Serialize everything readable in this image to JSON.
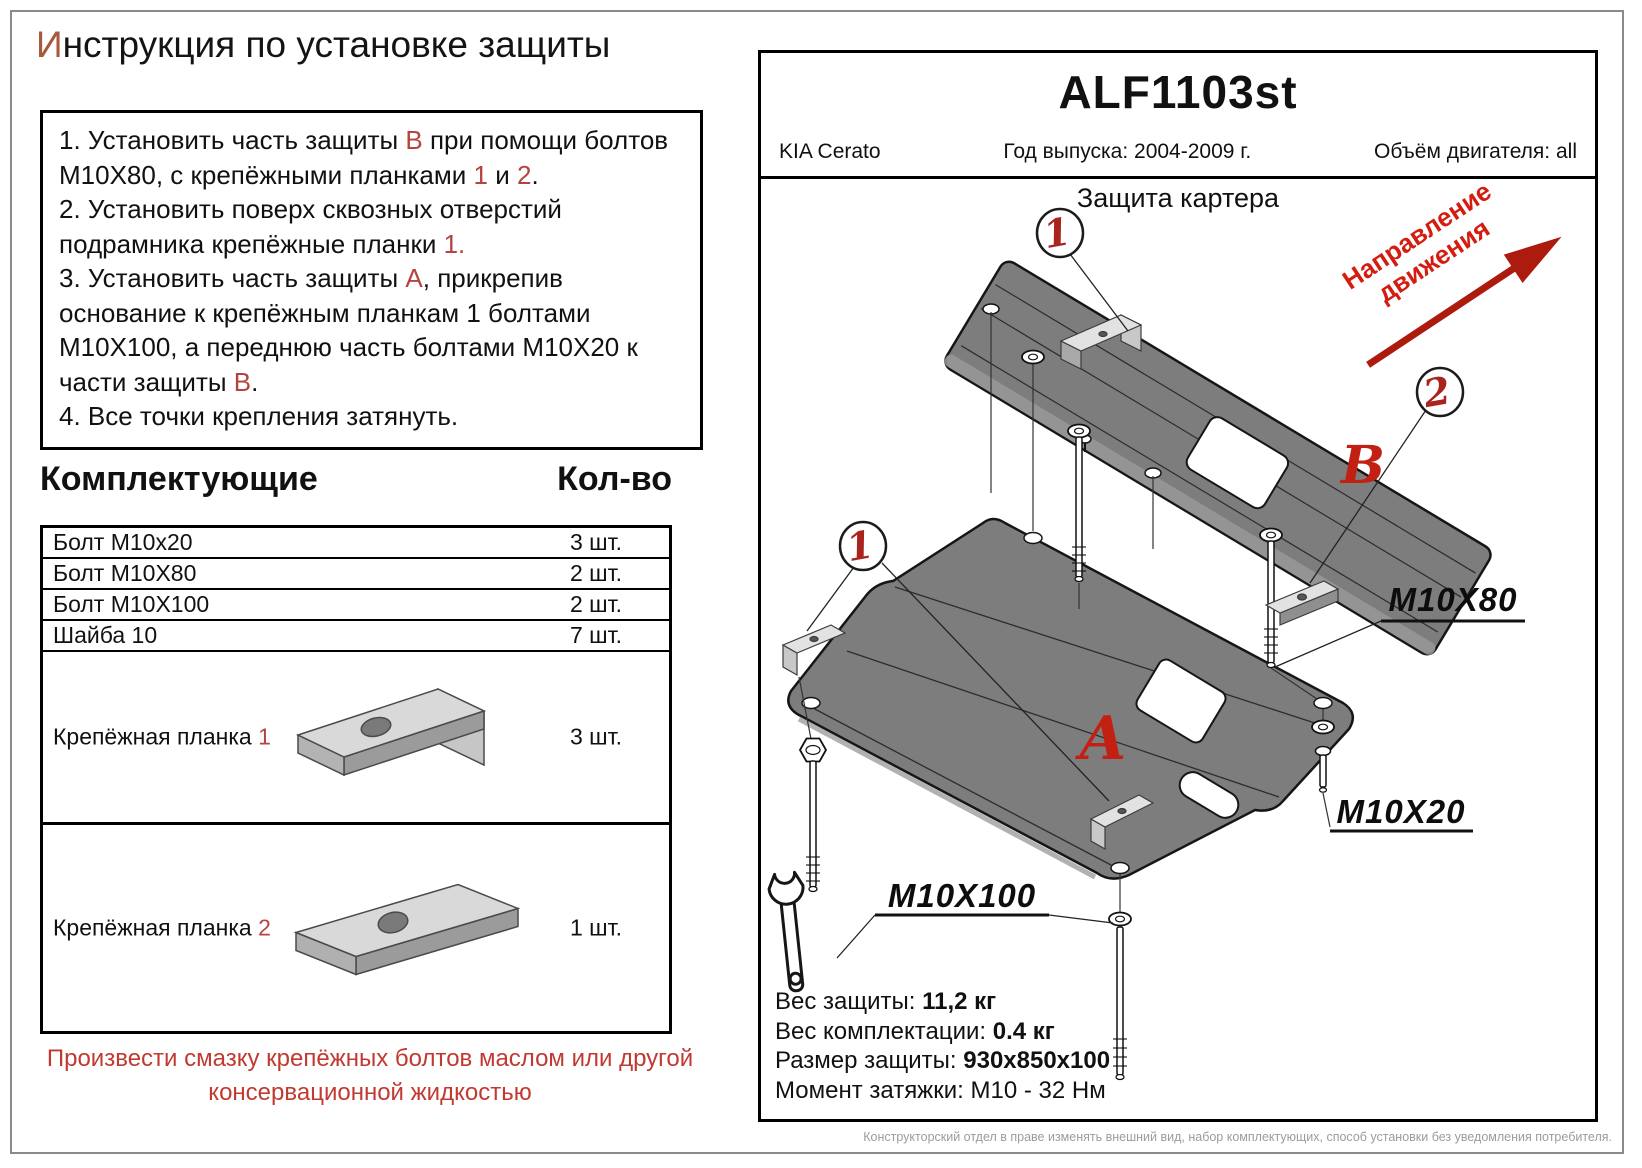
{
  "left": {
    "title_first": "И",
    "title_rest": "нструкция по установке защиты",
    "instructions": [
      [
        {
          "t": "1. Установить часть защиты "
        },
        {
          "t": "В",
          "c": "r"
        },
        {
          "t": " при помощи болтов М10Х80, с крепёжными планками "
        },
        {
          "t": "1",
          "c": "r"
        },
        {
          "t": " и "
        },
        {
          "t": "2",
          "c": "r"
        },
        {
          "t": "."
        }
      ],
      [
        {
          "t": "2. Установить поверх сквозных отверстий подрамника крепёжные планки "
        },
        {
          "t": "1.",
          "c": "r"
        }
      ],
      [
        {
          "t": "3. Установить часть защиты "
        },
        {
          "t": "А",
          "c": "r"
        },
        {
          "t": ", прикрепив основание к крепёжным планкам 1 болтами М10Х100, а переднюю часть болтами М10Х20 к части защиты "
        },
        {
          "t": "В",
          "c": "r"
        },
        {
          "t": "."
        }
      ],
      [
        {
          "t": "4. Все точки крепления затянуть."
        }
      ]
    ],
    "components_heading": "Комплектующие",
    "qty_heading": "Кол-во",
    "rows": [
      {
        "name": "Болт М10х20",
        "qty": "3 шт."
      },
      {
        "name": "Болт М10Х80",
        "qty": "2 шт."
      },
      {
        "name": "Болт М10Х100",
        "qty": "2 шт."
      },
      {
        "name": "Шайба 10",
        "qty": "7 шт."
      }
    ],
    "planks": [
      {
        "label": "Крепёжная планка ",
        "num": "1",
        "qty": "3 шт."
      },
      {
        "label": "Крепёжная планка ",
        "num": "2",
        "qty": "1 шт."
      }
    ],
    "footer_note": "Произвести смазку крепёжных болтов маслом или другой консервационной жидкостью"
  },
  "panel": {
    "code": "ALF1103st",
    "model": "KIA Cerato",
    "year": "Год выпуска: 2004-2009 г.",
    "engine": "Объём двигателя: all",
    "diagram_title": "Защита картера",
    "direction_line1": "Направление",
    "direction_line2": "движения",
    "part_a": "A",
    "part_b": "B",
    "callout_1": "1",
    "callout_2": "2",
    "label_m10x80": "M10X80",
    "label_m10x20": "M10X20",
    "label_m10x100": "M10X100",
    "specs": [
      {
        "label": "Вес защиты: ",
        "value": "11,2 кг"
      },
      {
        "label": "Вес комплектации: ",
        "value": "0.4 кг"
      },
      {
        "label": "Размер защиты: ",
        "value": "930x850x100"
      },
      {
        "label": "Момент затяжки:  ",
        "value": "М10 - 32 Нм"
      }
    ],
    "disclaimer": "Конструкторский отдел в праве изменять внешний вид, набор комплектующих, способ установки без уведомления потребителя."
  },
  "colors": {
    "accent_red": "#b5443e",
    "diagram_red": "#c32014",
    "plate_gray": "#7d7d7d"
  }
}
